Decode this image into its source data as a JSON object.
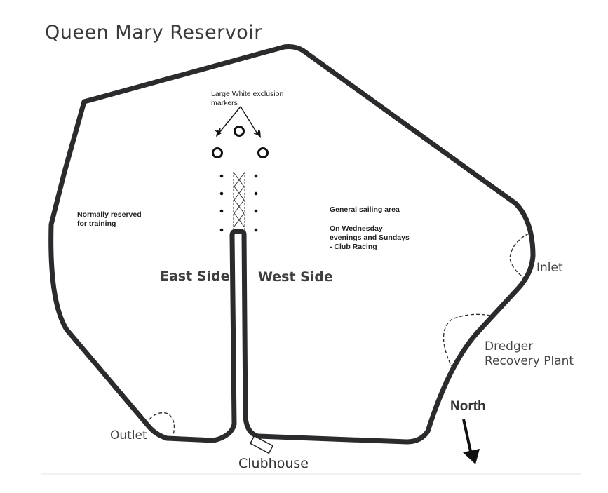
{
  "title": "Queen Mary Reservoir",
  "labels": {
    "exclusion_markers": "Large White exclusion\nmarkers",
    "training_area": "Normally reserved\nfor training",
    "sailing_area_heading": "General sailing area",
    "sailing_area_note": "On Wednesday\nevenings and Sundays\n- Club Racing",
    "east_side": "East Side",
    "west_side": "West Side",
    "inlet": "Inlet",
    "dredger": "Dredger\nRecovery Plant",
    "north": "North",
    "outlet": "Outlet",
    "clubhouse": "Clubhouse"
  },
  "colors": {
    "shoreline": "#2b2b2e",
    "background": "#ffffff",
    "text": "#3a3a3a"
  },
  "icons": {
    "exclusion_marker": "hollow-circle",
    "buoy": "dot",
    "north_arrow": "arrow-down"
  }
}
